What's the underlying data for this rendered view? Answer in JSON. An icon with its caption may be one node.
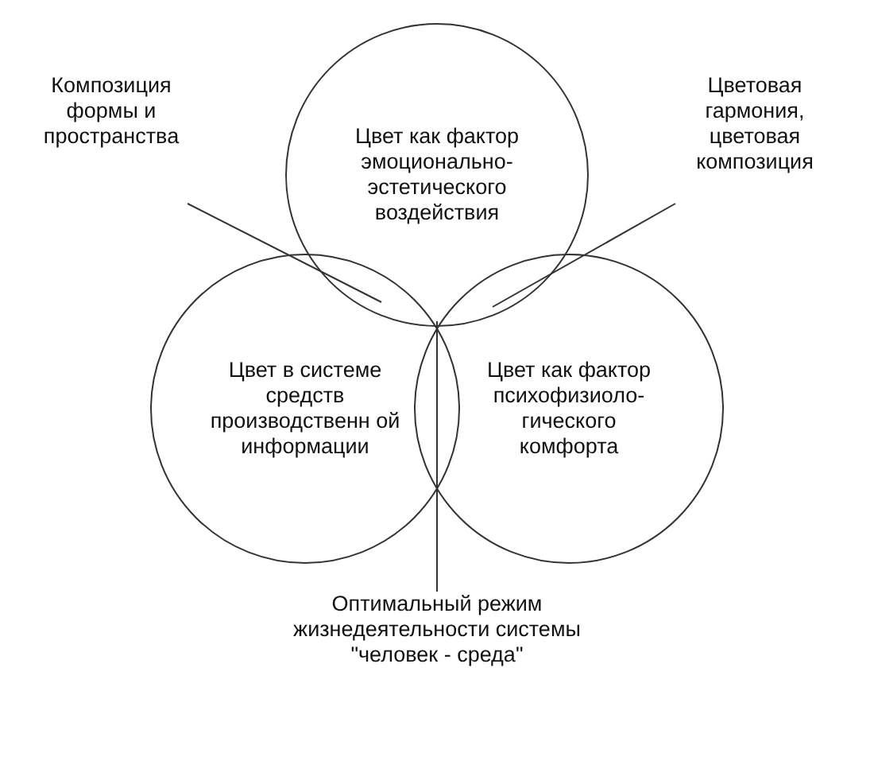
{
  "diagram": {
    "nodes": [
      {
        "text": [
          "Композиция формы и пространства"
        ]
      },
      {
        "text": [
          "Цвет как фактор эмоционально-эстетического воздействия"
        ]
      },
      {
        "text": [
          "Цветовая гармония, цветовая композиция"
        ]
      },
      {
        "text": [
          "Цвет в системе средств производственн ой информации"
        ]
      },
      {
        "text": [
          "Цвет как фактор психофизиоло- гического комфорта"
        ]
      },
      {
        "text": [
          "Оптимальный режим жизнедеятельности системы \"человек - среда\""
        ]
      }
    ],
    "edges": [
      {
        "from": 0,
        "to": 1,
        "arrow": "none"
      },
      {
        "from": 2,
        "to": 1,
        "arrow": "none"
      },
      {
        "from": 5,
        "to": 1,
        "arrow": "none"
      }
    ]
  }
}
